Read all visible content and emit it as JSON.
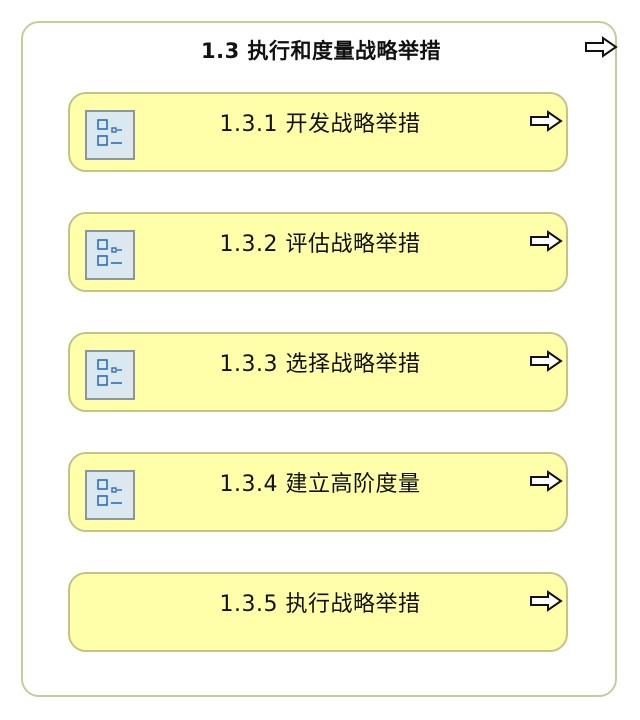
{
  "diagram": {
    "title": "1.3 执行和度量战略举措",
    "title_arrow_icon": "right-arrow-outline-icon",
    "items": [
      {
        "label": "1.3.1 开发战略举措",
        "has_subprocess_icon": true
      },
      {
        "label": "1.3.2 评估战略举措",
        "has_subprocess_icon": true
      },
      {
        "label": "1.3.3 选择战略举措",
        "has_subprocess_icon": true
      },
      {
        "label": "1.3.4 建立高阶度量",
        "has_subprocess_icon": true
      },
      {
        "label": "1.3.5 执行战略举措",
        "has_subprocess_icon": false
      }
    ],
    "colors": {
      "item_fill": "#ffffaa",
      "item_border": "#c3c385",
      "outer_border": "#c9c99a",
      "icon_fill": "#dce8ef",
      "icon_lines": "#2a6fb8"
    }
  }
}
